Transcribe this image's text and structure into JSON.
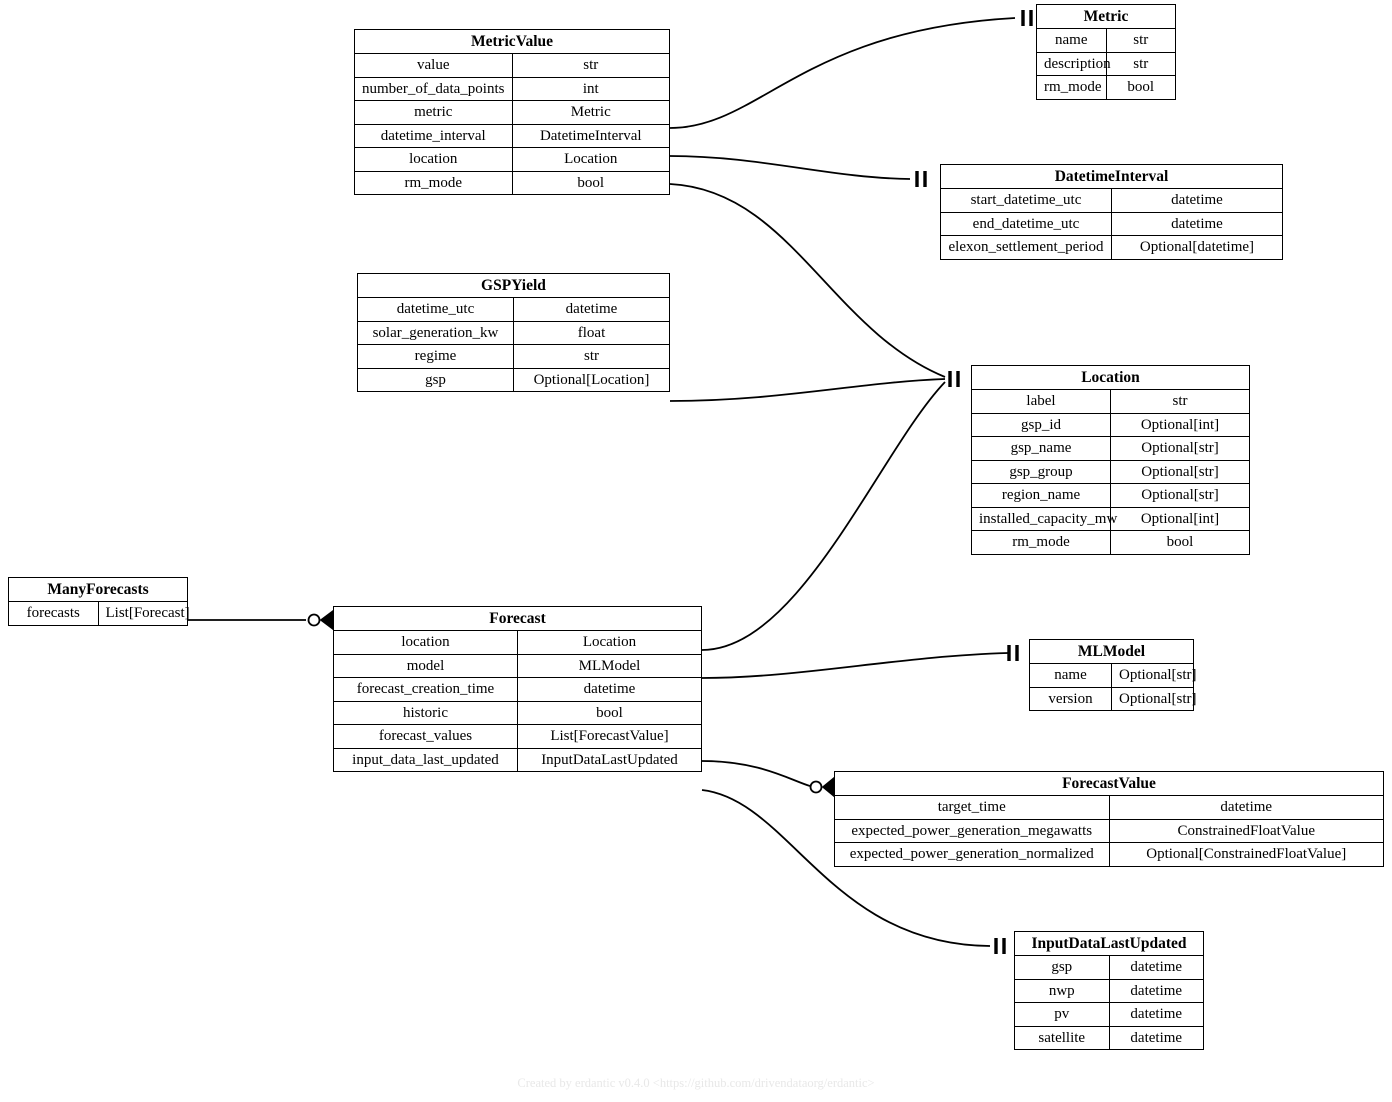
{
  "diagram": {
    "type": "entity-relationship-diagram",
    "footer": "Created by erdantic v0.4.0 <https://github.com/drivendataorg/erdantic>",
    "background_color": "#ffffff",
    "line_color": "#000000",
    "text_color": "#000000",
    "footer_color": "#e8e8e8"
  },
  "entities": {
    "metric_value": {
      "name": "MetricValue",
      "fields": [
        {
          "name": "value",
          "type": "str"
        },
        {
          "name": "number_of_data_points",
          "type": "int"
        },
        {
          "name": "metric",
          "type": "Metric"
        },
        {
          "name": "datetime_interval",
          "type": "DatetimeInterval"
        },
        {
          "name": "location",
          "type": "Location"
        },
        {
          "name": "rm_mode",
          "type": "bool"
        }
      ]
    },
    "metric": {
      "name": "Metric",
      "fields": [
        {
          "name": "name",
          "type": "str"
        },
        {
          "name": "description",
          "type": "str"
        },
        {
          "name": "rm_mode",
          "type": "bool"
        }
      ]
    },
    "datetime_interval": {
      "name": "DatetimeInterval",
      "fields": [
        {
          "name": "start_datetime_utc",
          "type": "datetime"
        },
        {
          "name": "end_datetime_utc",
          "type": "datetime"
        },
        {
          "name": "elexon_settlement_period",
          "type": "Optional[datetime]"
        }
      ]
    },
    "gsp_yield": {
      "name": "GSPYield",
      "fields": [
        {
          "name": "datetime_utc",
          "type": "datetime"
        },
        {
          "name": "solar_generation_kw",
          "type": "float"
        },
        {
          "name": "regime",
          "type": "str"
        },
        {
          "name": "gsp",
          "type": "Optional[Location]"
        }
      ]
    },
    "location": {
      "name": "Location",
      "fields": [
        {
          "name": "label",
          "type": "str"
        },
        {
          "name": "gsp_id",
          "type": "Optional[int]"
        },
        {
          "name": "gsp_name",
          "type": "Optional[str]"
        },
        {
          "name": "gsp_group",
          "type": "Optional[str]"
        },
        {
          "name": "region_name",
          "type": "Optional[str]"
        },
        {
          "name": "installed_capacity_mw",
          "type": "Optional[int]"
        },
        {
          "name": "rm_mode",
          "type": "bool"
        }
      ]
    },
    "many_forecasts": {
      "name": "ManyForecasts",
      "fields": [
        {
          "name": "forecasts",
          "type": "List[Forecast]"
        }
      ]
    },
    "forecast": {
      "name": "Forecast",
      "fields": [
        {
          "name": "location",
          "type": "Location"
        },
        {
          "name": "model",
          "type": "MLModel"
        },
        {
          "name": "forecast_creation_time",
          "type": "datetime"
        },
        {
          "name": "historic",
          "type": "bool"
        },
        {
          "name": "forecast_values",
          "type": "List[ForecastValue]"
        },
        {
          "name": "input_data_last_updated",
          "type": "InputDataLastUpdated"
        }
      ]
    },
    "ml_model": {
      "name": "MLModel",
      "fields": [
        {
          "name": "name",
          "type": "Optional[str]"
        },
        {
          "name": "version",
          "type": "Optional[str]"
        }
      ]
    },
    "forecast_value": {
      "name": "ForecastValue",
      "fields": [
        {
          "name": "target_time",
          "type": "datetime"
        },
        {
          "name": "expected_power_generation_megawatts",
          "type": "ConstrainedFloatValue"
        },
        {
          "name": "expected_power_generation_normalized",
          "type": "Optional[ConstrainedFloatValue]"
        }
      ]
    },
    "input_data_last_updated": {
      "name": "InputDataLastUpdated",
      "fields": [
        {
          "name": "gsp",
          "type": "datetime"
        },
        {
          "name": "nwp",
          "type": "datetime"
        },
        {
          "name": "pv",
          "type": "datetime"
        },
        {
          "name": "satellite",
          "type": "datetime"
        }
      ]
    }
  },
  "relationships": [
    {
      "from": "MetricValue.metric",
      "to": "Metric",
      "cardinality": "one-and-only-one"
    },
    {
      "from": "MetricValue.datetime_interval",
      "to": "DatetimeInterval",
      "cardinality": "one-and-only-one"
    },
    {
      "from": "MetricValue.location",
      "to": "Location",
      "cardinality": "one-and-only-one"
    },
    {
      "from": "GSPYield.gsp",
      "to": "Location",
      "cardinality": "one-and-only-one"
    },
    {
      "from": "Forecast.location",
      "to": "Location",
      "cardinality": "one-and-only-one"
    },
    {
      "from": "ManyForecasts.forecasts",
      "to": "Forecast",
      "cardinality": "zero-or-more"
    },
    {
      "from": "Forecast.model",
      "to": "MLModel",
      "cardinality": "one-and-only-one"
    },
    {
      "from": "Forecast.forecast_values",
      "to": "ForecastValue",
      "cardinality": "zero-or-more"
    },
    {
      "from": "Forecast.input_data_last_updated",
      "to": "InputDataLastUpdated",
      "cardinality": "one-and-only-one"
    }
  ]
}
